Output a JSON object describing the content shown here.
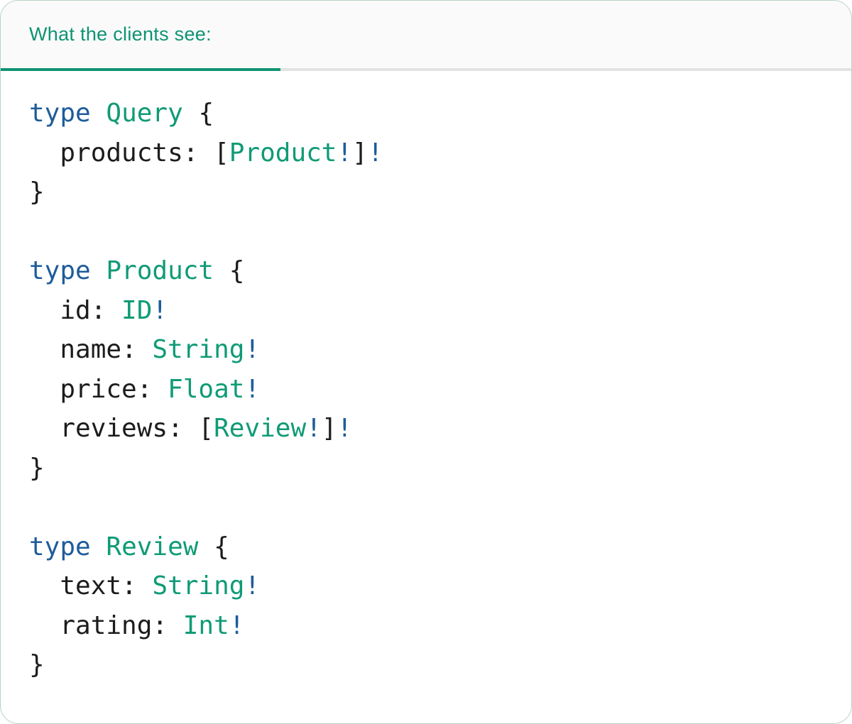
{
  "tab_bar": {
    "active_tab": {
      "label": "What the clients see:"
    }
  },
  "code_block": {
    "language": "graphql",
    "lines": [
      [
        {
          "s": "type",
          "c": "k"
        },
        {
          "s": " ",
          "c": "p"
        },
        {
          "s": "Query",
          "c": "t"
        },
        {
          "s": " {",
          "c": "p"
        }
      ],
      [
        {
          "s": "  products: [",
          "c": "p"
        },
        {
          "s": "Product",
          "c": "t"
        },
        {
          "s": "!",
          "c": "b"
        },
        {
          "s": "]",
          "c": "p"
        },
        {
          "s": "!",
          "c": "b"
        }
      ],
      [
        {
          "s": "}",
          "c": "p"
        }
      ],
      [],
      [
        {
          "s": "type",
          "c": "k"
        },
        {
          "s": " ",
          "c": "p"
        },
        {
          "s": "Product",
          "c": "t"
        },
        {
          "s": " {",
          "c": "p"
        }
      ],
      [
        {
          "s": "  id: ",
          "c": "p"
        },
        {
          "s": "ID",
          "c": "t"
        },
        {
          "s": "!",
          "c": "b"
        }
      ],
      [
        {
          "s": "  name: ",
          "c": "p"
        },
        {
          "s": "String",
          "c": "t"
        },
        {
          "s": "!",
          "c": "b"
        }
      ],
      [
        {
          "s": "  price: ",
          "c": "p"
        },
        {
          "s": "Float",
          "c": "t"
        },
        {
          "s": "!",
          "c": "b"
        }
      ],
      [
        {
          "s": "  reviews: [",
          "c": "p"
        },
        {
          "s": "Review",
          "c": "t"
        },
        {
          "s": "!",
          "c": "b"
        },
        {
          "s": "]",
          "c": "p"
        },
        {
          "s": "!",
          "c": "b"
        }
      ],
      [
        {
          "s": "}",
          "c": "p"
        }
      ],
      [],
      [
        {
          "s": "type",
          "c": "k"
        },
        {
          "s": " ",
          "c": "p"
        },
        {
          "s": "Review",
          "c": "t"
        },
        {
          "s": " {",
          "c": "p"
        }
      ],
      [
        {
          "s": "  text: ",
          "c": "p"
        },
        {
          "s": "String",
          "c": "t"
        },
        {
          "s": "!",
          "c": "b"
        }
      ],
      [
        {
          "s": "  rating: ",
          "c": "p"
        },
        {
          "s": "Int",
          "c": "t"
        },
        {
          "s": "!",
          "c": "b"
        }
      ],
      [
        {
          "s": "}",
          "c": "p"
        }
      ]
    ]
  },
  "colors": {
    "accent_teal": "#0f9373",
    "type_teal": "#0f9b76",
    "keyword_blue": "#1e5c9b",
    "bang_blue": "#1e5c9b",
    "code_text": "#1c1c1c",
    "tab_bg": "#fafafa",
    "tab_line_gray": "#e3e3e3",
    "card_border": "#b7d4c3"
  }
}
